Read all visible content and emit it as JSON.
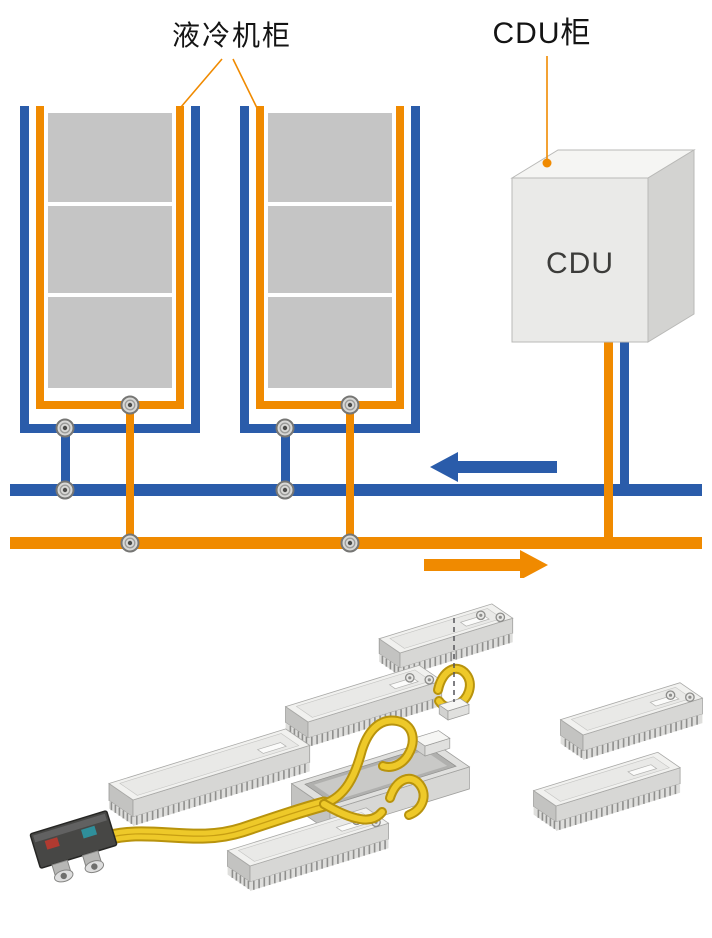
{
  "schematic": {
    "cabinet_label": "液冷机柜",
    "cdu_cabinet_label": "CDU柜",
    "cdu_box_label": "CDU"
  },
  "colors": {
    "pipe-blue": "#2a5caa",
    "pipe-orange": "#f08a00",
    "block-gray": "#c5c5c5",
    "hose-yellow": "#eec929",
    "hose-dark": "#b8930d",
    "connector-red": "#b03a30",
    "connector-teal": "#2f8f9b"
  },
  "icons": {
    "flow-arrow-left": "left-pointing solid arrow (supply flow)",
    "flow-arrow-right": "right-pointing solid arrow (return flow)",
    "valve-icon": "round pipe coupling",
    "spring-screw-icon": "small coil screw",
    "insertion-guide-line": "vertical dashed guide"
  }
}
